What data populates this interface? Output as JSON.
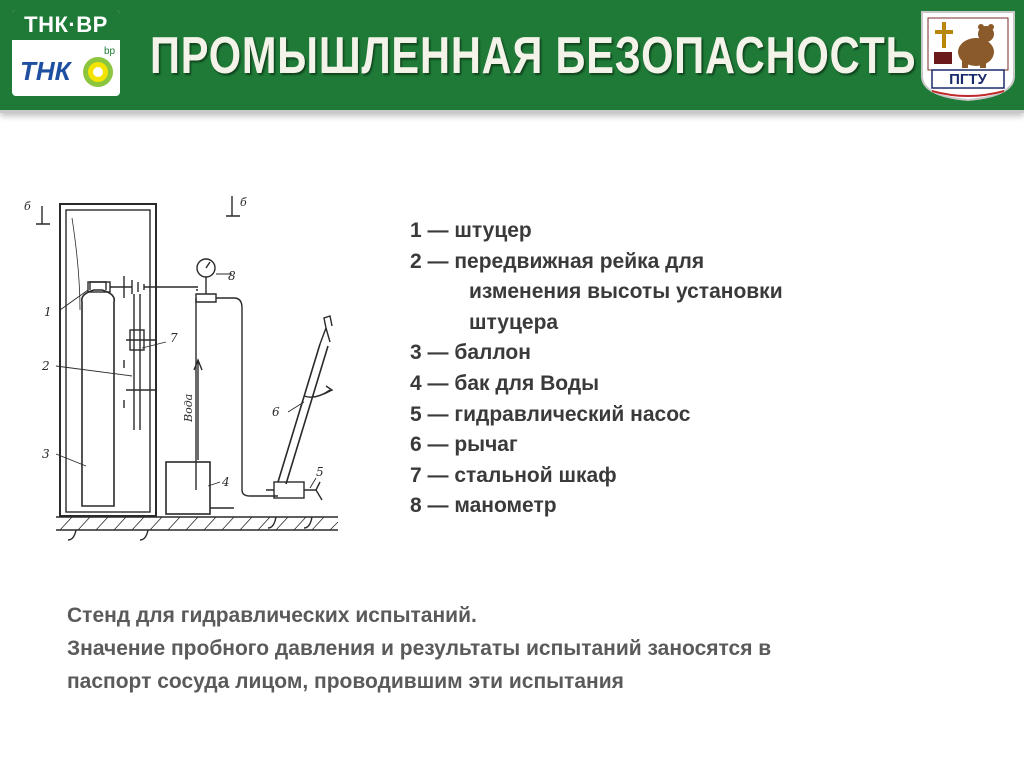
{
  "header": {
    "title": "ПРОМЫШЛЕННАЯ  БЕЗОПАСНОСТЬ",
    "logo_left": {
      "top_text": "ТНК·ВР",
      "mark_text": "ТНК",
      "sub_text": "bp"
    },
    "logo_right": {
      "text": "ПГТУ"
    },
    "colors": {
      "bar": "#1e7a36",
      "title": "#f3f3ea"
    }
  },
  "diagram": {
    "callouts": [
      "1",
      "2",
      "3",
      "4",
      "5",
      "6",
      "7",
      "8"
    ],
    "section_mark": "б",
    "water_label": "Вода"
  },
  "legend": [
    {
      "text": "1 — штуцер"
    },
    {
      "text": "2 — передвижная рейка для"
    },
    {
      "text": "изменения высоты установки",
      "continuation": true
    },
    {
      "text": "штуцера",
      "continuation": true
    },
    {
      "text": "3 — баллон"
    },
    {
      "text": "4 — бак для Воды"
    },
    {
      "text": "5 — гидравлический насос"
    },
    {
      "text": "6 — рычаг"
    },
    {
      "text": "7 — стальной шкаф"
    },
    {
      "text": "8 — манометр"
    }
  ],
  "caption": [
    "Стенд для гидравлических испытаний.",
    "Значение пробного давления и результаты испытаний заносятся в",
    "паспорт сосуда лицом, проводившим эти испытания"
  ]
}
